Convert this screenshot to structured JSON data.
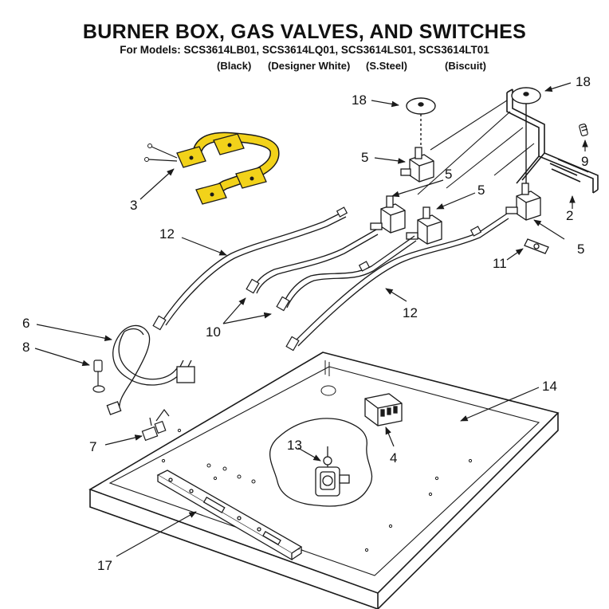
{
  "title": "BURNER BOX, GAS VALVES, AND SWITCHES",
  "subtitle": "For Models: SCS3614LB01, SCS3614LQ01, SCS3614LS01, SCS3614LT01",
  "variants": [
    "(Black)",
    "(Designer White)",
    "(S.Steel)",
    "(Biscuit)"
  ],
  "callouts": {
    "c18a": "18",
    "c18b": "18",
    "c5a": "5",
    "c5b": "5",
    "c5c": "5",
    "c5d": "5",
    "c9": "9",
    "c3": "3",
    "c2": "2",
    "c12a": "12",
    "c12b": "12",
    "c11": "11",
    "c6": "6",
    "c8": "8",
    "c10": "10",
    "c14": "14",
    "c7": "7",
    "c13": "13",
    "c4": "4",
    "c17": "17"
  },
  "colors": {
    "highlight": "#f2d21a",
    "line": "#1a1a1a"
  }
}
